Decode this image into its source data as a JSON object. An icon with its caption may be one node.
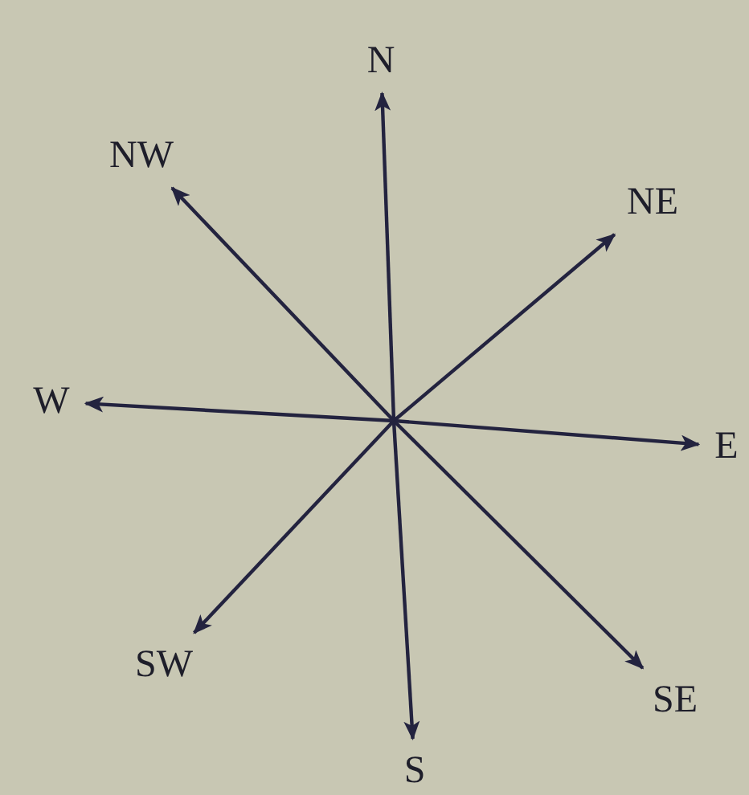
{
  "diagram": {
    "nodes": [
      {
        "text": [
          "N"
        ]
      },
      {
        "text": [
          "NE"
        ]
      },
      {
        "text": [
          "E"
        ]
      },
      {
        "text": [
          "SE"
        ]
      },
      {
        "text": [
          "S"
        ]
      },
      {
        "text": [
          "SW"
        ]
      },
      {
        "text": [
          "W"
        ]
      },
      {
        "text": [
          "NW"
        ]
      }
    ],
    "edges": [
      {
        "from": null,
        "to": 0,
        "arrow": "to"
      },
      {
        "from": null,
        "to": 1,
        "arrow": "to"
      },
      {
        "from": null,
        "to": 2,
        "arrow": "to"
      },
      {
        "from": null,
        "to": 3,
        "arrow": "to"
      },
      {
        "from": null,
        "to": 4,
        "arrow": "to"
      },
      {
        "from": null,
        "to": 5,
        "arrow": "to"
      },
      {
        "from": null,
        "to": 6,
        "arrow": "to"
      },
      {
        "from": null,
        "to": 7,
        "arrow": "to"
      }
    ]
  }
}
